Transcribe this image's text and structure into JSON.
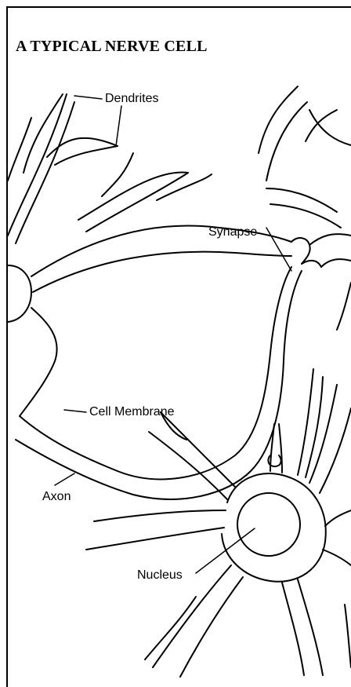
{
  "title": "A TYPICAL NERVE CELL",
  "labels": {
    "dendrites": "Dendrites",
    "synapse": "Synapse",
    "cell_membrane": "Cell Membrane",
    "axon": "Axon",
    "nucleus": "Nucleus"
  },
  "colors": {
    "ink": "#000000",
    "background": "#ffffff"
  }
}
